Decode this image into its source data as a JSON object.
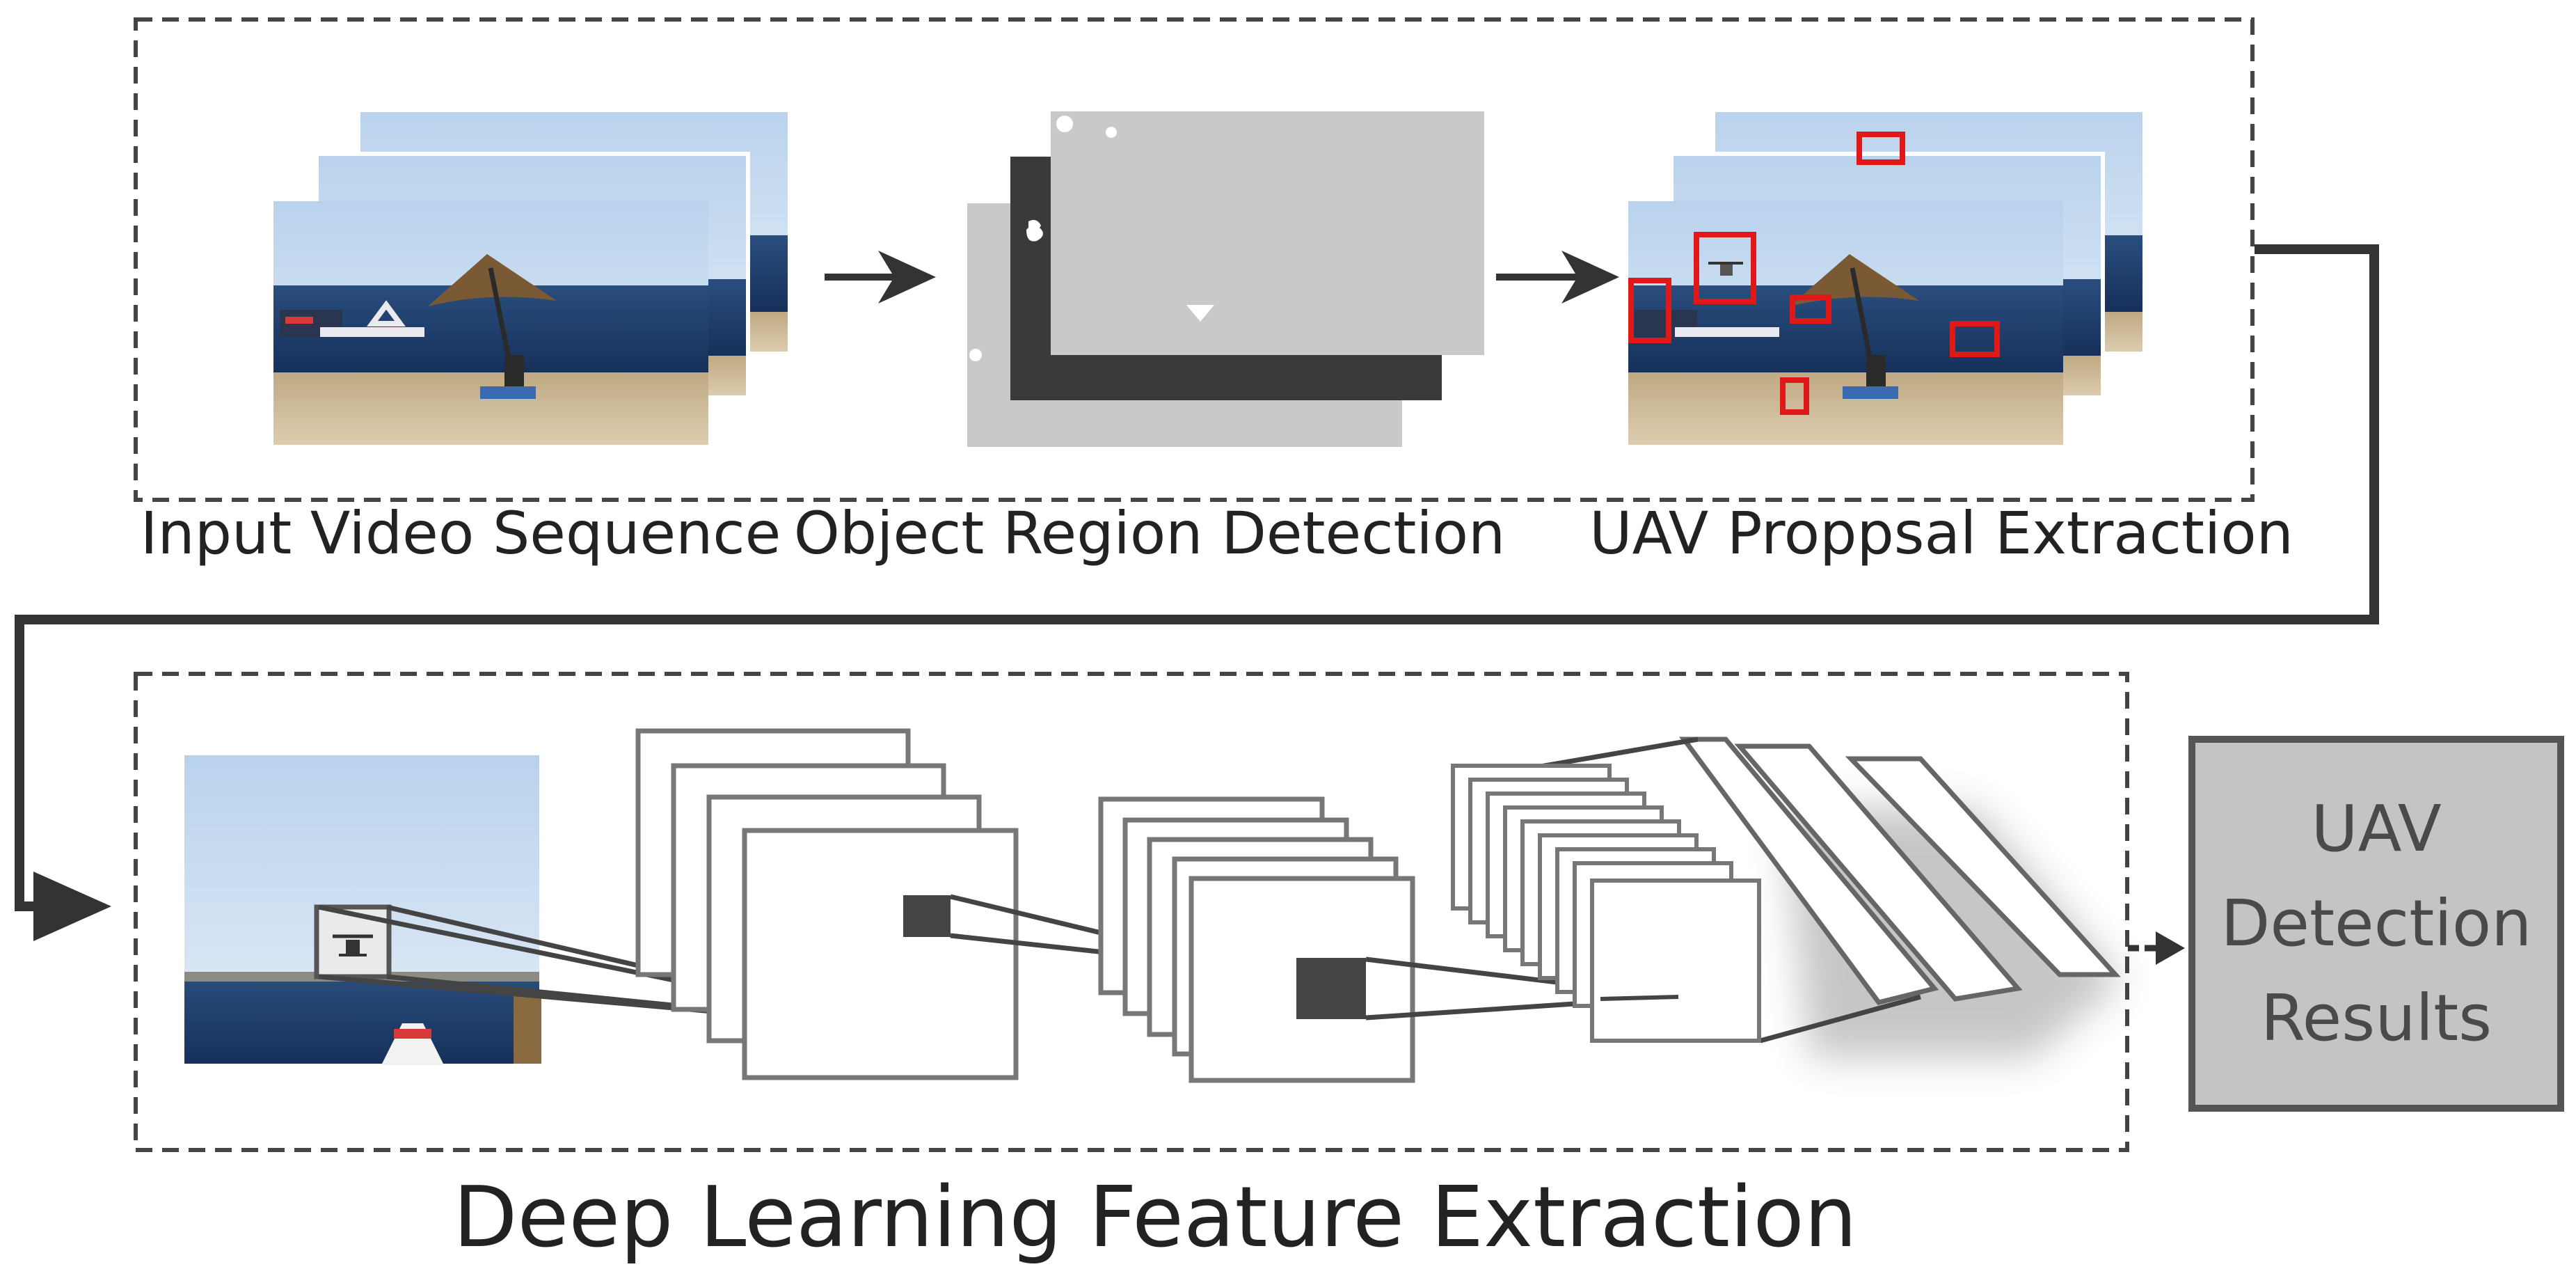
{
  "stages": {
    "input_video_sequence": "Input Video Sequence",
    "object_region_detection": "Object Region Detection",
    "uav_proposal_extraction": "UAV Proppsal Extraction"
  },
  "feature_extraction": {
    "title": "Deep Learning Feature Extraction"
  },
  "results": {
    "line1": "UAV",
    "line2": "Detection",
    "line3": "Results"
  },
  "colors": {
    "sky": "#c7dcf0",
    "sea": "#1e3d6b",
    "sand": "#cdb896",
    "mask_gray": "#c9c9c9",
    "mask_dark": "#3a3a3a",
    "proposal_box": "#e01818",
    "result_box": "#c4c4c4",
    "arrow": "#333333"
  }
}
